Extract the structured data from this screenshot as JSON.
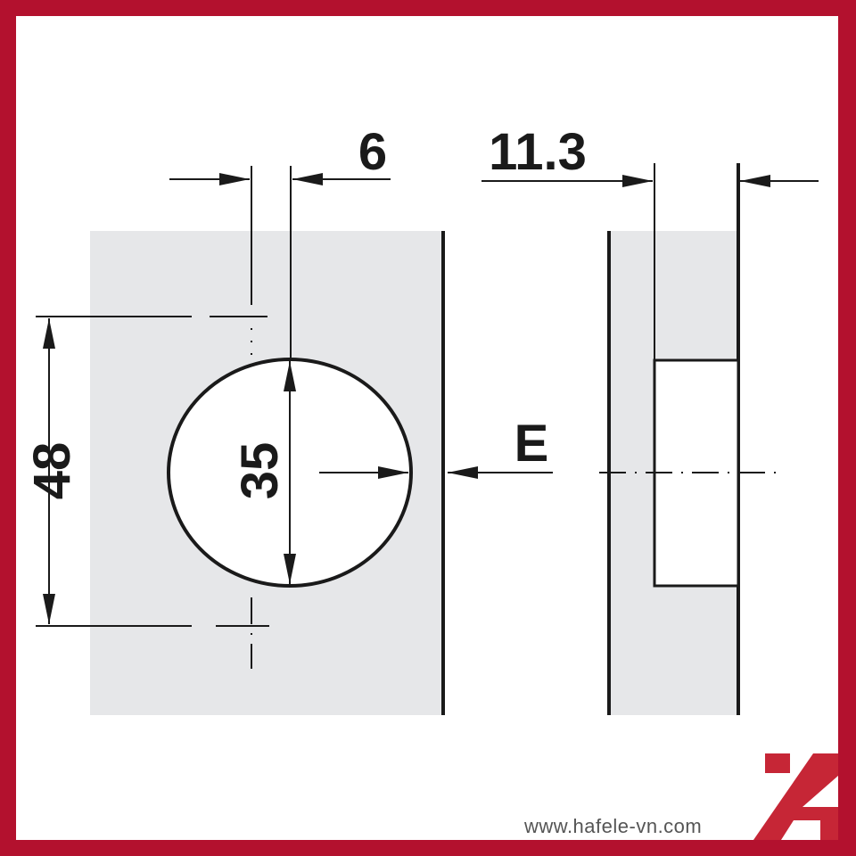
{
  "dimensions": {
    "offset": "6",
    "depth": "11.3",
    "spacing": "48",
    "cup_diameter": "35",
    "edge": "E"
  },
  "footer": {
    "url": "www.hafele-vn.com"
  },
  "colors": {
    "frame": "#b3112e",
    "panel": "#e6e7e9",
    "logo": "#c62636",
    "line": "#1a1a1a"
  }
}
